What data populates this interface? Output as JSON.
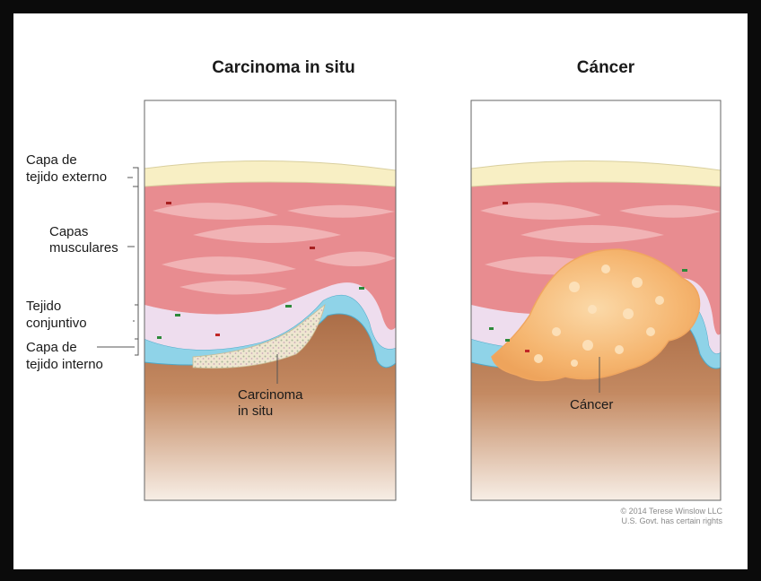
{
  "panels": {
    "left_title": "Carcinoma in situ",
    "right_title": "Cáncer"
  },
  "left_labels": {
    "outer_layer_1": "Capa de",
    "outer_layer_2": "tejido externo",
    "muscle_1": "Capas",
    "muscle_2": "musculares",
    "connective_1": "Tejido",
    "connective_2": "conjuntivo",
    "inner_layer_1": "Capa de",
    "inner_layer_2": "tejido interno"
  },
  "callouts": {
    "cis_1": "Carcinoma",
    "cis_2": "in situ",
    "cancer": "Cáncer"
  },
  "copyright": {
    "line1": "© 2014 Terese Winslow LLC",
    "line2": "U.S. Govt. has certain rights"
  },
  "colors": {
    "outer_layer": "#f8efc4",
    "muscle": "#e88c90",
    "muscle_light": "#f1b3b5",
    "connective": "#eeddee",
    "inner_layer": "#8fd3e8",
    "lumen": "#b77a52",
    "cis": "#e3d6b8",
    "cancer": "#f6b774"
  }
}
